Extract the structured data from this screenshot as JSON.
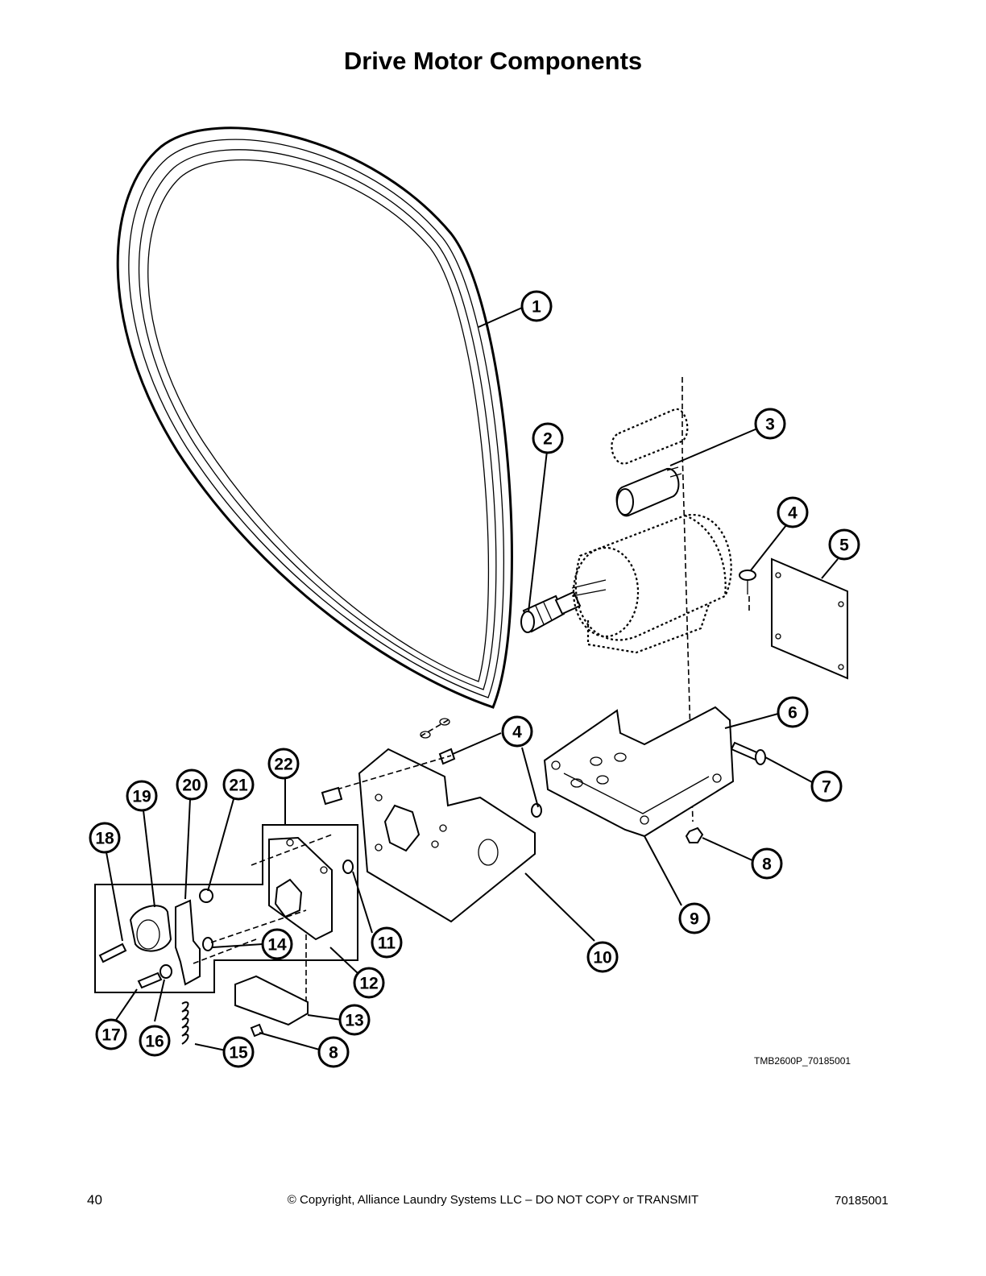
{
  "page": {
    "title": "Drive Motor Components",
    "figure_code": "TMB2600P_70185001",
    "page_number": "40",
    "copyright": "© Copyright, Alliance Laundry Systems LLC – DO NOT COPY or TRANSMIT",
    "doc_number": "70185001"
  },
  "callouts": [
    "1",
    "2",
    "3",
    "4",
    "5",
    "6",
    "7",
    "8",
    "9",
    "10",
    "11",
    "12",
    "13",
    "14",
    "15",
    "16",
    "17",
    "18",
    "19",
    "20",
    "21",
    "22"
  ],
  "callout_repeats": {
    "4b": "4",
    "8b": "8"
  }
}
